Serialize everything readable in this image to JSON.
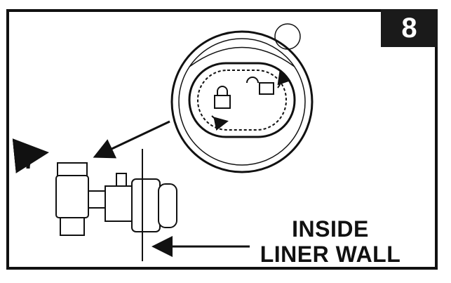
{
  "step": {
    "number": "8"
  },
  "callout": {
    "line1": "INSIDE",
    "line2": "LINER WALL"
  },
  "colors": {
    "ink": "#111111",
    "badge_bg": "#1a1a1a",
    "badge_text": "#ffffff",
    "background": "#ffffff"
  },
  "icons": [
    "rotate-arrow-icon",
    "lock-icon",
    "unlock-icon",
    "pointer-arrow-icon"
  ]
}
